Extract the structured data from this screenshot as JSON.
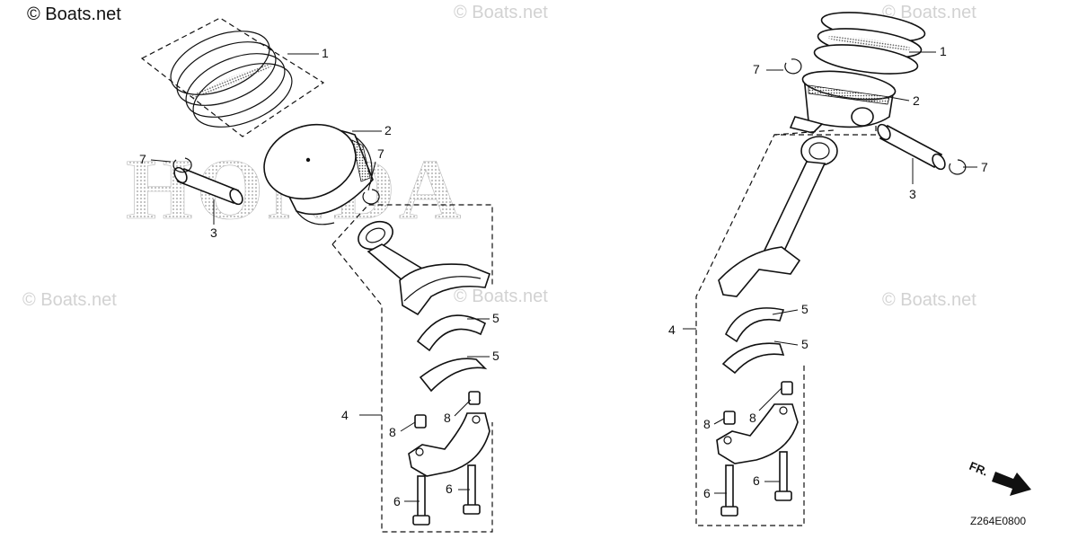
{
  "watermarks": {
    "main": "© Boats.net",
    "repeat": "© Boats.net"
  },
  "brand_text": "HONDA",
  "diagram_code": "Z264E0800",
  "direction_label": "FR.",
  "left_assembly": {
    "callouts": {
      "piston_ring_set": "1",
      "piston": "2",
      "piston_pin": "3",
      "connecting_rod_assembly": "4",
      "bearing_upper": "5",
      "bearing_lower": "5",
      "rod_bolt_left": "6",
      "rod_bolt_right": "6",
      "pin_clip_left": "7",
      "pin_clip_right": "7",
      "dowel_left": "8",
      "dowel_right": "8"
    }
  },
  "right_assembly": {
    "callouts": {
      "piston_ring_set": "1",
      "piston": "2",
      "piston_pin": "3",
      "connecting_rod_assembly": "4",
      "bearing_upper": "5",
      "bearing_lower": "5",
      "rod_bolt_left": "6",
      "rod_bolt_right": "6",
      "pin_clip_left": "7",
      "pin_clip_right": "7",
      "dowel_left": "8",
      "dowel_right": "8"
    }
  }
}
